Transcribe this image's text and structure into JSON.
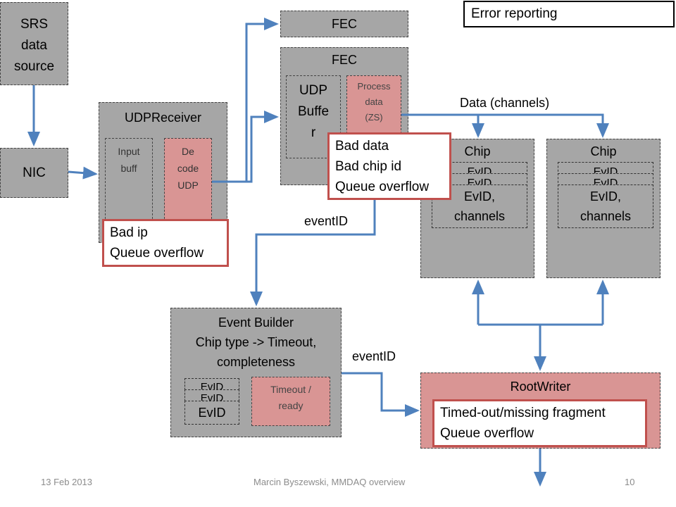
{
  "srs": {
    "lines": [
      "SRS",
      "data",
      "source"
    ]
  },
  "nic": {
    "label": "NIC"
  },
  "udp_receiver": {
    "title": "UDPReceiver",
    "input_buff": [
      "Input",
      "buff"
    ],
    "decode": [
      "De",
      "code",
      "UDP"
    ]
  },
  "fec_top": {
    "label": "FEC"
  },
  "fec": {
    "title": "FEC",
    "udp_buffer": [
      "UDP",
      "Buffe",
      "r"
    ],
    "process": [
      "Process",
      "data",
      "(ZS)"
    ]
  },
  "chip_left": {
    "title": "Chip",
    "evid_back": "EvID",
    "evid_mid": "EvID",
    "evid_front": [
      "EvID,",
      "channels"
    ]
  },
  "chip_right": {
    "title": "Chip",
    "evid_back": "EvID",
    "evid_mid": "EvID",
    "evid_front": [
      "EvID,",
      "channels"
    ]
  },
  "event_builder": {
    "title": [
      "Event Builder",
      "Chip type -> Timeout,",
      "completeness"
    ],
    "evid_back": "EvID",
    "evid_mid": "EvID",
    "evid_front": "EvID",
    "timeout": [
      "Timeout /",
      "ready"
    ]
  },
  "root_writer": {
    "title": "RootWriter"
  },
  "errors": {
    "legend": "Error reporting",
    "udp_receiver": [
      "Bad ip",
      "Queue overflow"
    ],
    "fec": [
      "Bad data",
      "Bad chip id",
      "Queue overflow"
    ],
    "root_writer": [
      "Timed-out/missing fragment",
      "Queue overflow"
    ]
  },
  "annotations": {
    "data_channels": "Data (channels)",
    "event_id_1": "eventID",
    "event_id_2": "eventID"
  },
  "footer": {
    "date": "13 Feb 2013",
    "center": "Marcin Byszewski, MMDAQ overview",
    "page": "10"
  },
  "colors": {
    "box_grey": "#a6a6a6",
    "box_pink": "#d99594",
    "arrow": "#4f81bd",
    "error_border": "#c0504d"
  }
}
